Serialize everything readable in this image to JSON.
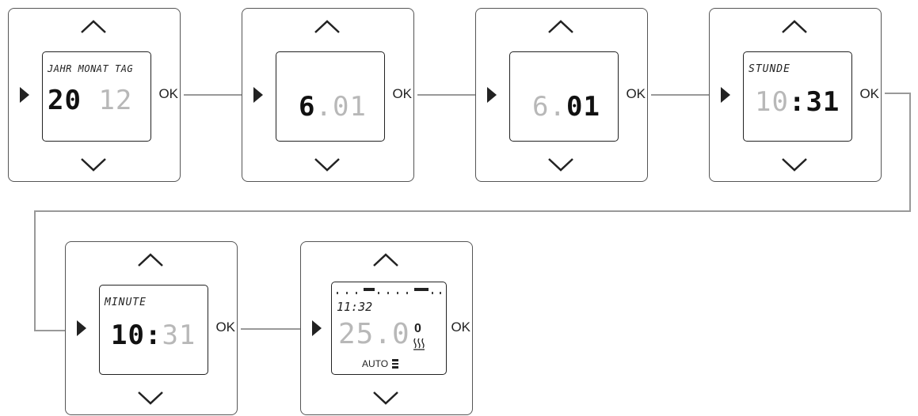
{
  "controls": {
    "ok_label": "OK"
  },
  "steps": [
    {
      "label": "JAHR MONAT TAG",
      "dark": "20",
      "sep": " ",
      "light": "12"
    },
    {
      "label": "",
      "dark": "6",
      "sep": ".",
      "light": "01"
    },
    {
      "label": "",
      "light": "6",
      "sep": ".",
      "dark": "01"
    },
    {
      "label": "STUNDE",
      "light": "10",
      "sep": ":",
      "dark": "31"
    },
    {
      "label": "MINUTE",
      "dark": "10",
      "sep": ":",
      "light": "31"
    }
  ],
  "main_screen": {
    "time": "11:32",
    "temperature": "25.0",
    "mode": "AUTO",
    "zero_indicator": "0",
    "heat_symbol": "heat-waves-icon"
  }
}
